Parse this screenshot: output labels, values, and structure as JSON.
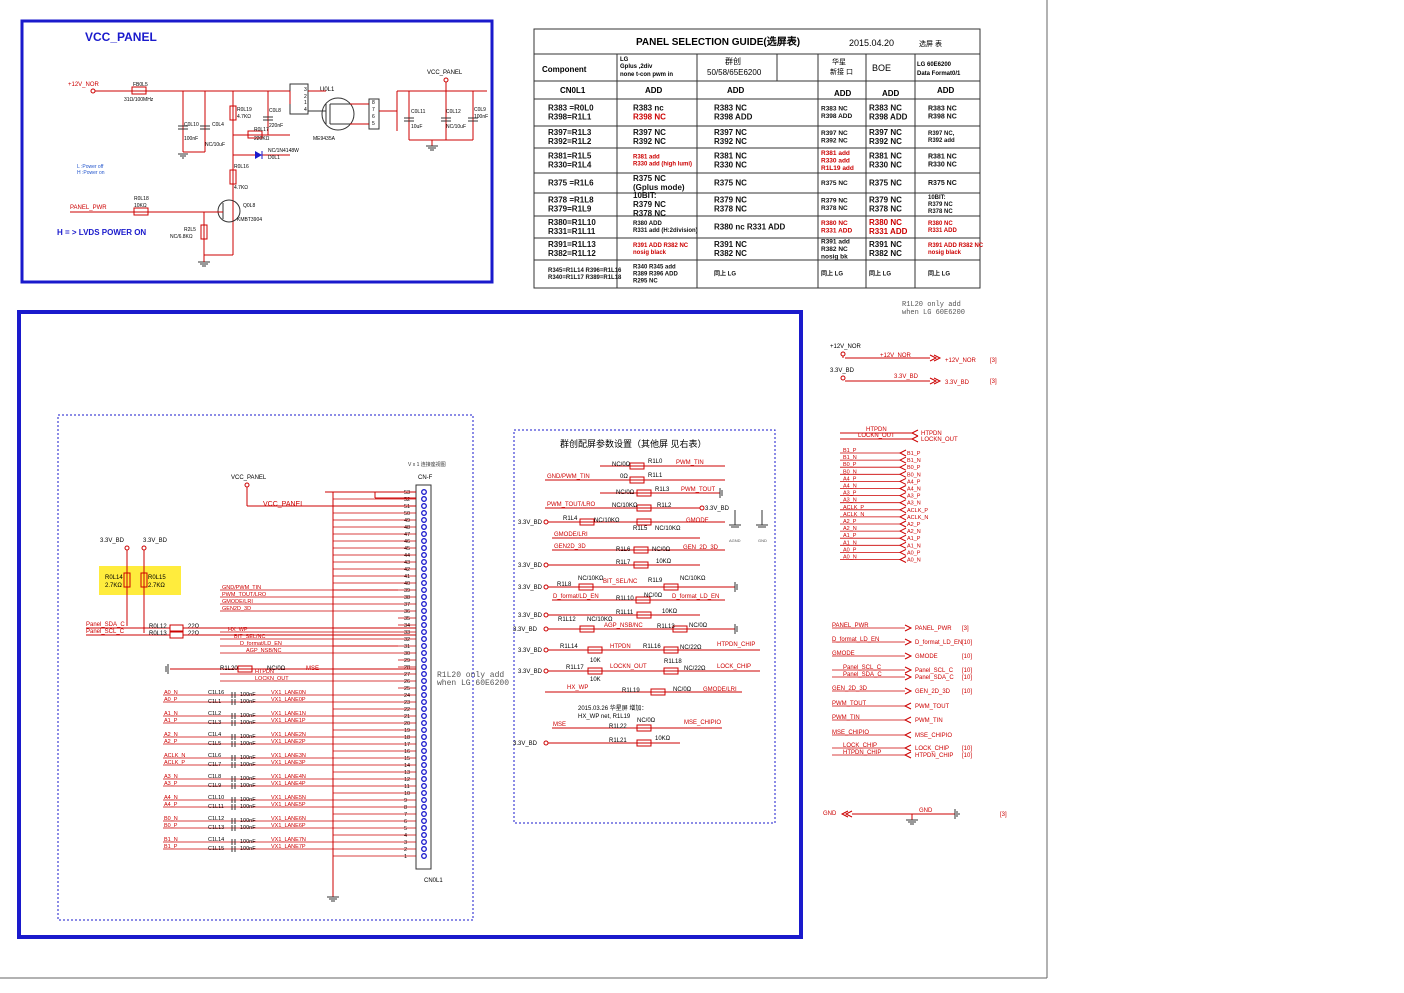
{
  "vcc_panel": {
    "title": "VCC_PANEL",
    "net_12v": "+12V_NOR",
    "net_vcc_panel": "VCC_PANEL",
    "fb_ref": "FB0L5",
    "fb_val": "31Ω/100MHz",
    "c0l10": "C0L10",
    "c0l10_val": "100nF",
    "c0l4": "C0L4",
    "c0l4_val": "NC/10uF",
    "r0l19": "R0L19",
    "r0l19_val": "4.7KΩ",
    "c0l8": "C0L8",
    "c0l8_val": "220nF",
    "r0l17": "R0L17",
    "r0l17_val": "220KΩ",
    "u0l1": "U0L1",
    "u0l1_part": "ME9435A",
    "d0l1_val": "NC/1N4148W",
    "d0l1": "D0L1",
    "r0l16": "R0L16",
    "r0l16_val": "4.7KΩ",
    "q0l8": "Q0L8",
    "q0l8_part": "KMBT3904",
    "r0l18": "R0L18",
    "r0l18_val": "10KΩ",
    "r2l5": "R2L5",
    "r2l5_val": "NC/6.8KΩ",
    "c0l11": "C0L11",
    "c0l11_val": "10uF",
    "c0l12": "C0L12",
    "c0l12_val": "NC/10uF",
    "c0l9": "C0L9",
    "c0l9_val": "100nF",
    "panel_pwr": "PANEL_PWR",
    "note_l": "L :Power off",
    "note_h": "H :Power on",
    "lvds_note": "H = > LVDS  POWER  ON"
  },
  "selection_guide": {
    "title": "PANEL    SELECTION    GUIDE(选屏表)",
    "date": "2015.04.20",
    "title_tail": "选屏 表",
    "headers": {
      "component": "Component",
      "lg_line1": "LG",
      "lg_line2": "Gplus ,2div",
      "lg_line3": "none  t-con  pwm  in",
      "qc_line1": "群创",
      "qc_line2": "50/58/65E6200",
      "hx_line1": "华星",
      "hx_line2": "新接 口",
      "boe": "BOE",
      "lg60_line1": "LG 60E6200",
      "lg60_line2": "Data Format0/1"
    },
    "row_cn0l1": [
      "CN0L1",
      "ADD",
      "ADD",
      "ADD",
      "ADD",
      "ADD"
    ],
    "rows": [
      {
        "comp": "R383 =R0L0\nR398=R1L1",
        "lg": "R383 nc",
        "lg_red": "R398 NC",
        "qc": "R383 NC\nR398 ADD",
        "hx": "R383  NC\nR398  ADD",
        "boe": "R383 NC\nR398 ADD",
        "lg60": "R383 NC\nR398 NC"
      },
      {
        "comp": "R397=R1L3\nR392=R1L2",
        "lg": "R397 NC\nR392 NC",
        "qc": "R397 NC\nR392 NC",
        "hx": "R397  NC\nR392  NC",
        "boe": "R397 NC\nR392 NC",
        "lg60": "R397 NC,\nR392  add"
      },
      {
        "comp": "R381=R1L5\nR330=R1L4",
        "lg_red": "R381  add\nR330  add  (high lumi)",
        "qc": "R381 NC\nR330 NC",
        "hx_red": "R381 add\nR330  add\nR1L19  add",
        "boe": "R381 NC\nR330 NC",
        "lg60": "R381  NC\nR330  NC"
      },
      {
        "comp": "R375 =R1L6",
        "lg": "R375  NC\n(Gplus  mode)",
        "qc": "R375  NC",
        "hx": "R375  NC",
        "boe": "R375  NC",
        "lg60": "R375  NC"
      },
      {
        "comp": "R378 =R1L8\nR379=R1L9",
        "lg": "10BIT:\nR379 NC\nR378 NC",
        "qc": "R379 NC\nR378 NC",
        "hx": "R379 NC\nR378 NC",
        "boe": "R379 NC\nR378 NC",
        "lg60": "10BIT:\nR379 NC\nR378 NC"
      },
      {
        "comp": "R380=R1L10\nR331=R1L11",
        "lg": "R380  ADD\nR331  add  (H:2division)",
        "qc": "R380 nc R331 ADD",
        "hx_red": "R380  NC\nR331  ADD",
        "boe_red": "R380  NC\nR331  ADD",
        "lg60_red": "R380  NC\nR331  ADD"
      },
      {
        "comp": "R391=R1L13\nR382=R1L12",
        "lg_red": "R391 ADD R382 NC\nnosig black",
        "qc": "R391 NC\nR382 NC",
        "hx": "R391  add\nR382  NC\nnosig  bk",
        "boe": "R391 NC\nR382 NC",
        "lg60_red": "R391  ADD  R382  NC\nnosig  black"
      },
      {
        "comp": "R345=R1L14    R396=R1L16\nR340=R1L17    R389=R1L18",
        "lg": "R340  R345  add\nR389  R396  ADD\nR295  NC",
        "qc": "同上  LG",
        "hx": "同上  LG",
        "boe": "同上  LG",
        "lg60": "同上  LG"
      }
    ],
    "r1l20_note_1": "R1L20  only  add",
    "r1l20_note_2": "when  LG  60E6200"
  },
  "connector": {
    "ref": "CN0L1",
    "label": "CN-F",
    "top_note": "V x 1 连接座视图",
    "vcc_panel": "VCC_PANEL",
    "vcc_net": "VCC_PANEL",
    "bd_left": "3.3V_BD",
    "bd_right": "3.3V_BD",
    "r0l14": "R0L14",
    "r0l14_val": "2.7KΩ",
    "r0l15": "R0L15",
    "r0l15_val": "2.7KΩ",
    "sda": "Panel_SDA_C",
    "scl": "Panel_SCL_C",
    "r0l12": "R0L12",
    "r0l13": "R0L13",
    "r22a": "22Ω",
    "r22b": "22Ω",
    "nets_38_28": [
      "GND/PWM_TIN",
      "PWM_TOUT/LRO",
      "GMODE/LRI",
      "GEN2D_3D",
      "",
      "",
      "HX_WP",
      "BIT_SEL/NC",
      "D_format/LD_EN",
      "AGP_NSB/NC",
      "",
      "HTPDN",
      "LOCKN_OUT"
    ],
    "r1l20": "R1L20",
    "r1l20_val": "NC/0Ω",
    "mse": "MSE",
    "note_1": "R1L20  only  add",
    "note_2": "when  LG  60E6200",
    "lanes": [
      {
        "pn": "A0_N",
        "pp": "A0_P",
        "cn": "C1L16",
        "cp": "C1L1",
        "ln": "VX1_LANE0N",
        "lp": "VX1_LANE0P"
      },
      {
        "pn": "A1_N",
        "pp": "A1_P",
        "cn": "C1L2",
        "cp": "C1L3",
        "ln": "VX1_LANE1N",
        "lp": "VX1_LANE1P"
      },
      {
        "pn": "A2_N",
        "pp": "A2_P",
        "cn": "C1L4",
        "cp": "C1L5",
        "ln": "VX1_LANE2N",
        "lp": "VX1_LANE2P"
      },
      {
        "pn": "ACLK_N",
        "pp": "ACLK_P",
        "cn": "C1L6",
        "cp": "C1L7",
        "ln": "VX1_LANE3N",
        "lp": "VX1_LANE3P"
      },
      {
        "pn": "A3_N",
        "pp": "A3_P",
        "cn": "C1L8",
        "cp": "C1L9",
        "ln": "VX1_LANE4N",
        "lp": "VX1_LANE4P"
      },
      {
        "pn": "A4_N",
        "pp": "A4_P",
        "cn": "C1L10",
        "cp": "C1L11",
        "ln": "VX1_LANE5N",
        "lp": "VX1_LANE5P"
      },
      {
        "pn": "B0_N",
        "pp": "B0_P",
        "cn": "C1L12",
        "cp": "C1L13",
        "ln": "VX1_LANE6N",
        "lp": "VX1_LANE6P"
      },
      {
        "pn": "B1_N",
        "pp": "B1_P",
        "cn": "C1L14",
        "cp": "C1L15",
        "ln": "VX1_LANE7N",
        "lp": "VX1_LANE7P"
      }
    ],
    "cap_val": "100nF"
  },
  "config": {
    "title": "群创配屏参数设置（其他屏   见右表）",
    "pwm_tin": "PWM_TIN",
    "gnd_pwm_tin": "GND/PWM_TIN",
    "pwm_tout": "PWM_TOUT",
    "pwm_tout_lro": "PWM_TOUT/LRO",
    "bd": "3.3V_BD",
    "gmode": "GMODE",
    "gmode_lri": "GMODE/LRI",
    "gen2d3d_a": "GEN2D_3D",
    "gen2d3d_b": "GEN_2D_3D",
    "bit_sel": "BIT_SEL/NC",
    "d_format": "D_format/LD_EN",
    "d_format2": "D_format_LD_EN",
    "agp": "AGP_NSB/NC",
    "htpdn": "HTPDN",
    "htpdn_chip": "HTPDN_CHIP",
    "lockn_out": "LOCKN_OUT",
    "lock_chip": "LOCK_CHIP",
    "hx_wp": "HX_WP",
    "gmode_lri2": "GMODE/LRI",
    "mse": "MSE",
    "mse_chipio": "MSE_CHIPIO",
    "note_date": "2015.03.26  华星屏  增加：",
    "note_text": "HX_WP net, R1L19",
    "r1l0": "R1L0",
    "r1l1": "R1L1",
    "r1l2": "R1L2",
    "r1l3": "R1L3",
    "r1l4": "R1L4",
    "r1l5": "R1L5",
    "r1l6": "R1L6",
    "r1l7": "R1L7",
    "r1l8": "R1L8",
    "r1l9": "R1L9",
    "r1l10": "R1L10",
    "r1l11": "R1L11",
    "r1l12": "R1L12",
    "r1l13": "R1L13",
    "r1l14": "R1L14",
    "r1l16": "R1L16",
    "r1l17": "R1L17",
    "r1l18": "R1L18",
    "r1l19": "R1L19",
    "r1l21": "R1L21",
    "r1l22": "R1L22",
    "nc0": "NC/0Ω",
    "ohm0": "0Ω",
    "nc10k": "NC/10KΩ",
    "k10": "10KΩ",
    "k10b": "10K",
    "nc22": "NC/22Ω",
    "agnd": "AGND",
    "gnd": "GND"
  },
  "ports": {
    "p12v": "+12V_NOR",
    "p12v_in": "+12V_NOR",
    "p12v_out": "+12V_NOR",
    "p33": "3.3V_BD",
    "p33_in": "3.3V_BD",
    "p33_out": "3.3V_BD",
    "ref3": "[3]",
    "ref10": "[10]",
    "htpdn": "HTPDN",
    "lockn": "LOCKN_OUT",
    "diff": [
      "B1_P",
      "B1_N",
      "B0_P",
      "B0_N",
      "A4_P",
      "A4_N",
      "A3_P",
      "A3_N",
      "ACLK_P",
      "ACLK_N",
      "A2_P",
      "A2_N",
      "A1_P",
      "A1_N",
      "A0_P",
      "A0_N"
    ],
    "panel_pwr": "PANEL_PWR",
    "d_format": "D_format_LD_EN",
    "gmode": "GMODE",
    "scl": "Panel_SCL_C",
    "sda": "Panel_SDA_C",
    "gen2d3d": "GEN_2D_3D",
    "pwm_tout": "PWM_TOUT",
    "pwm_tin": "PWM_TIN",
    "mse": "MSE_CHIPIO",
    "lock_chip": "LOCK_CHIP",
    "htpdn_chip": "HTPDN_CHIP",
    "gnd": "GND",
    "gnd_net": "GND"
  }
}
